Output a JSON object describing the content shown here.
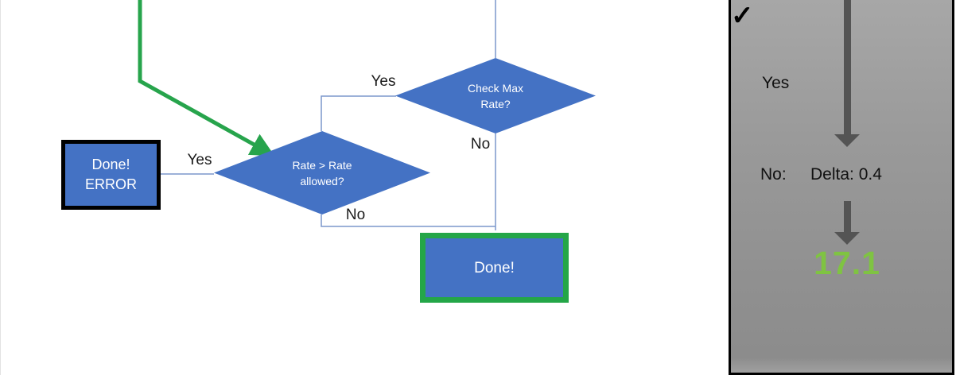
{
  "flowchart": {
    "check_max_label": "Check Max\nRate?",
    "rate_allowed_label": "Rate > Rate\nallowed?",
    "done_error_label": "Done!\nERROR",
    "done_label": "Done!",
    "labels": {
      "yes_check_max": "Yes",
      "no_check_max": "No",
      "yes_rate": "Yes",
      "no_rate": "No"
    }
  },
  "panel": {
    "yes_label": "Yes",
    "no_label": "No:",
    "delta_label": "Delta: 0.4",
    "check_icon": "✓",
    "result_value": "17.1"
  },
  "colors": {
    "shape_fill_blue": "#4472c4",
    "connector_blue": "#7b97cb",
    "flow_green": "#27a44c",
    "done_border_green": "#24a648",
    "error_border_black": "#000000",
    "panel_gray_top": "#a7a7a7",
    "panel_gray_bottom": "#8c8c8c",
    "panel_arrow_gray": "#545454",
    "result_green": "#7fc342"
  }
}
